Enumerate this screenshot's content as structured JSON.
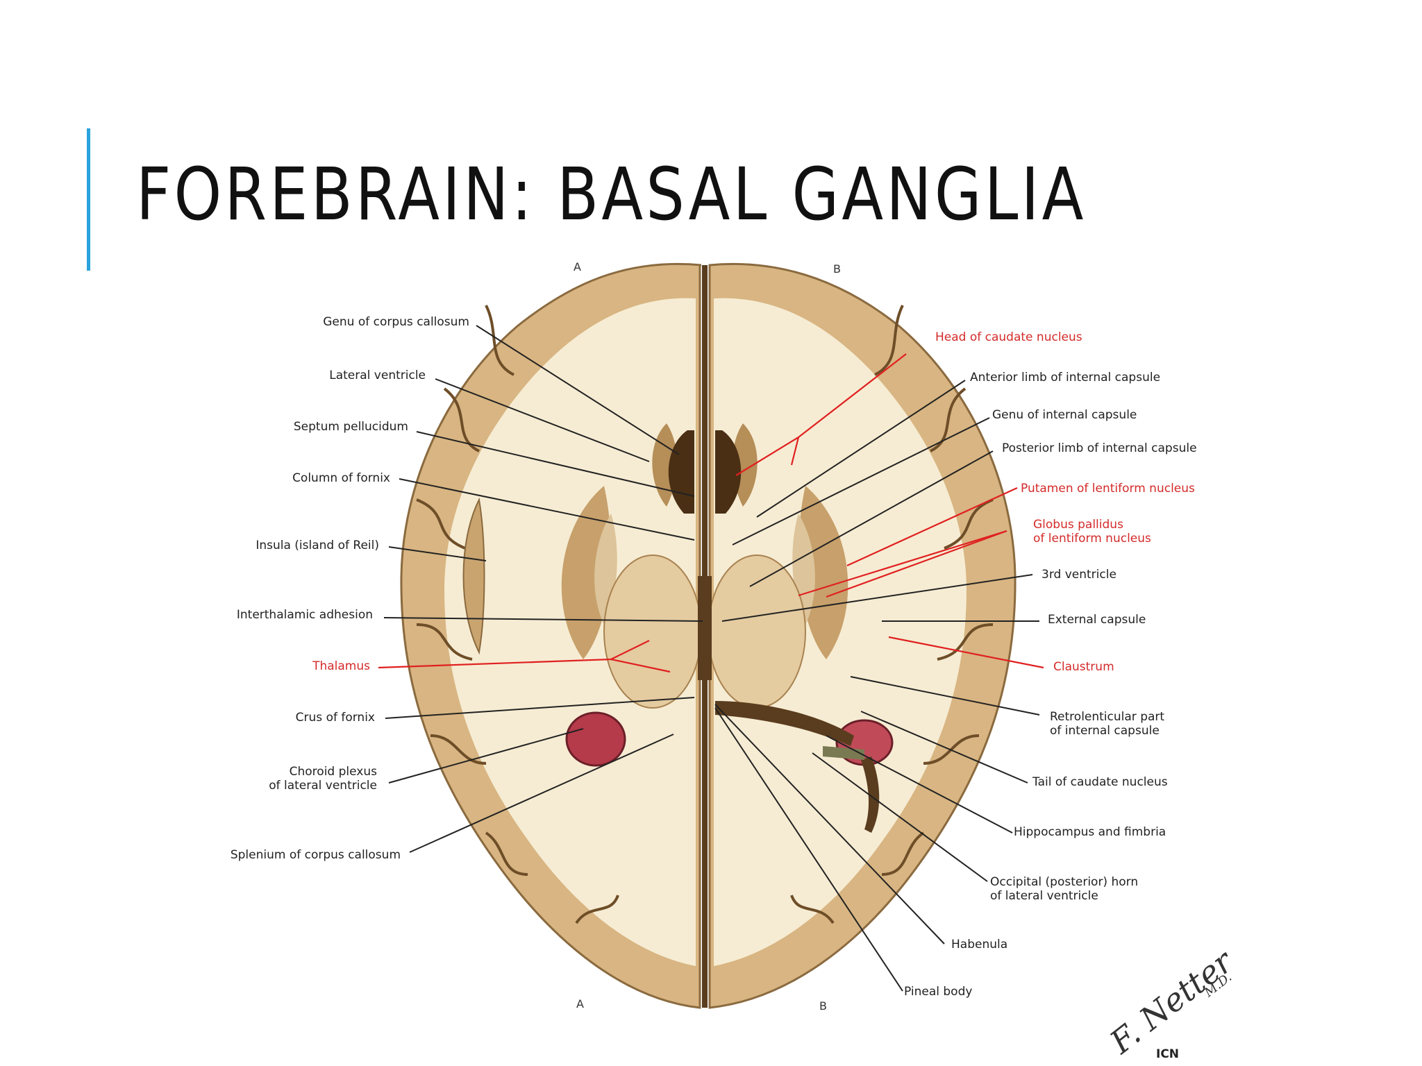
{
  "slide": {
    "title": "FOREBRAIN: BASAL GANGLIA"
  },
  "colors": {
    "accent_bar": "#29a3dc",
    "label_black": "#222222",
    "label_red": "#d42a2a"
  },
  "figure": {
    "section_markers": {
      "top_left": "A",
      "top_right": "B",
      "bottom_left": "A",
      "bottom_right": "B"
    },
    "labels_left": {
      "genu_corpus_callosum": "Genu of corpus callosum",
      "lateral_ventricle": "Lateral ventricle",
      "septum_pellucidum": "Septum pellucidum",
      "column_of_fornix": "Column of fornix",
      "insula": "Insula (island of Reil)",
      "interthalamic_adhesion": "Interthalamic adhesion",
      "thalamus": "Thalamus",
      "crus_of_fornix": "Crus of fornix",
      "choroid_plexus_1": "Choroid plexus",
      "choroid_plexus_2": "of lateral ventricle",
      "splenium": "Splenium of corpus callosum"
    },
    "labels_right": {
      "head_caudate": "Head of caudate nucleus",
      "anterior_limb": "Anterior limb of internal capsule",
      "genu_internal_capsule": "Genu of internal capsule",
      "posterior_limb": "Posterior limb of internal capsule",
      "putamen": "Putamen of lentiform nucleus",
      "globus_pallidus_1": "Globus pallidus",
      "globus_pallidus_2": "of lentiform nucleus",
      "third_ventricle": "3rd ventricle",
      "external_capsule": "External capsule",
      "claustrum": "Claustrum",
      "retrolenticular_1": "Retrolenticular part",
      "retrolenticular_2": "of internal capsule",
      "tail_caudate": "Tail of caudate nucleus",
      "hippocampus": "Hippocampus and fimbria",
      "occipital_horn_1": "Occipital (posterior) horn",
      "occipital_horn_2": "of lateral ventricle",
      "habenula": "Habenula",
      "pineal_body": "Pineal body"
    },
    "signature": {
      "name": "F. Netter",
      "degree": "M.D.",
      "publisher": "ICN"
    }
  }
}
